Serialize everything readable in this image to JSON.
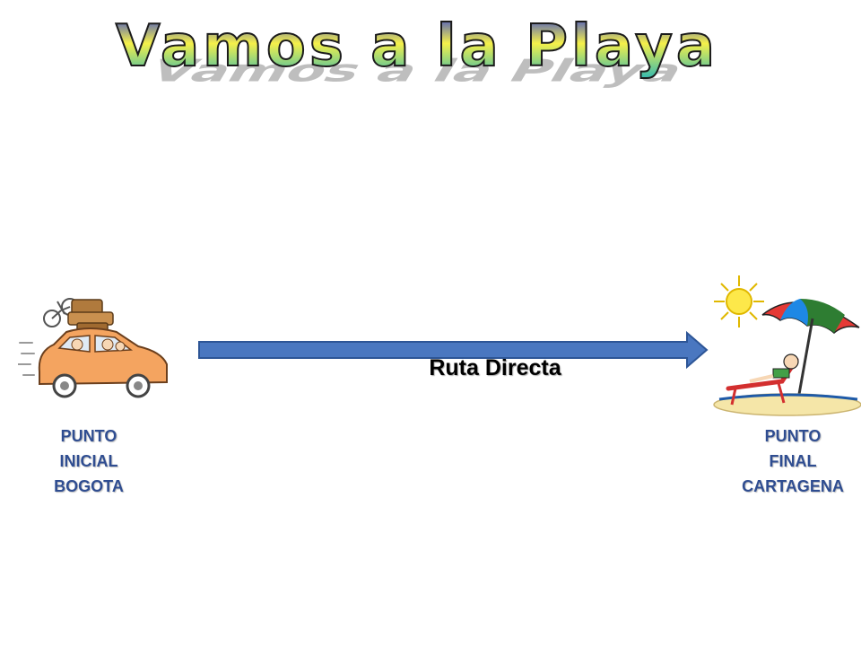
{
  "title": "Vamos a la Playa",
  "route": {
    "label": "Ruta Directa"
  },
  "start": {
    "line1": "PUNTO",
    "line2": "INICIAL",
    "line3": "BOGOTA"
  },
  "end": {
    "line1": "PUNTO",
    "line2": "FINAL",
    "line3": "CARTAGENA"
  },
  "colors": {
    "arrow_fill": "#4a77c0",
    "arrow_stroke": "#2d5596",
    "caption_text": "#2f4d91",
    "title_top": "#2f3fd6",
    "title_mid": "#f5f04a",
    "title_bottom": "#2bb7b4"
  },
  "icons": [
    "car-with-luggage-icon",
    "beach-umbrella-icon",
    "sun-icon"
  ]
}
